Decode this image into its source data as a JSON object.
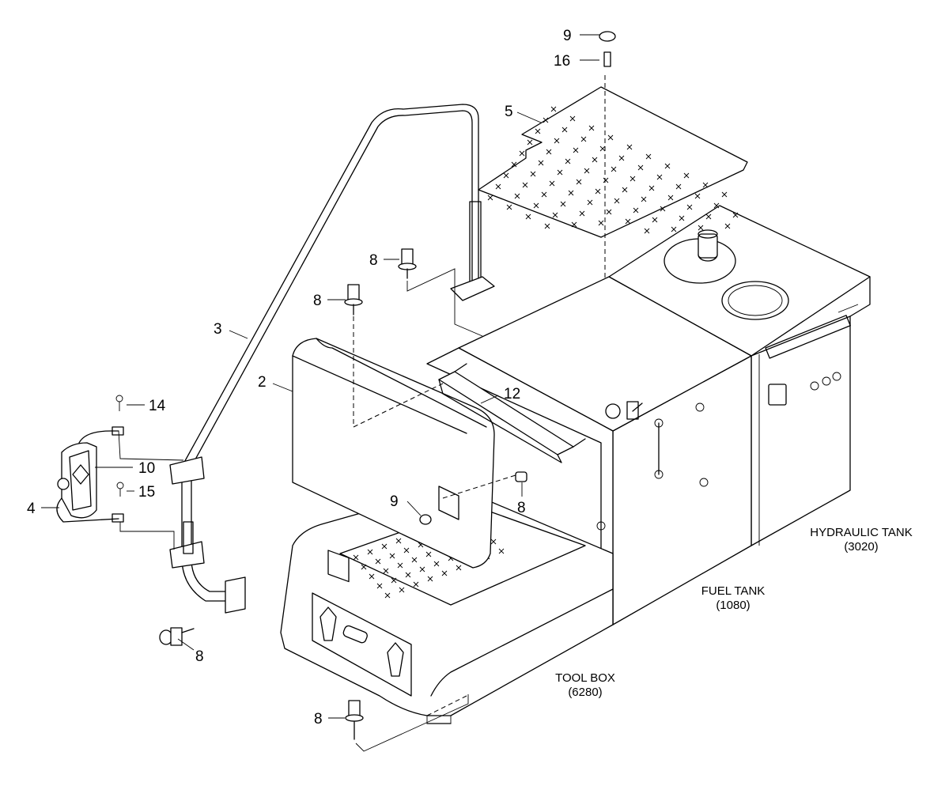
{
  "diagram": {
    "callouts": [
      {
        "id": "c9a",
        "label": "9"
      },
      {
        "id": "c16",
        "label": "16"
      },
      {
        "id": "c5",
        "label": "5"
      },
      {
        "id": "c8a",
        "label": "8"
      },
      {
        "id": "c8b",
        "label": "8"
      },
      {
        "id": "c3",
        "label": "3"
      },
      {
        "id": "c2",
        "label": "2"
      },
      {
        "id": "c12",
        "label": "12"
      },
      {
        "id": "c14",
        "label": "14"
      },
      {
        "id": "c10",
        "label": "10"
      },
      {
        "id": "c15",
        "label": "15"
      },
      {
        "id": "c4",
        "label": "4"
      },
      {
        "id": "c9b",
        "label": "9"
      },
      {
        "id": "c8c",
        "label": "8"
      },
      {
        "id": "c8d",
        "label": "8"
      },
      {
        "id": "c8e",
        "label": "8"
      }
    ],
    "references": {
      "hydraulic_tank": {
        "name": "HYDRAULIC TANK",
        "code": "(3020)"
      },
      "fuel_tank": {
        "name": "FUEL TANK",
        "code": "(1080)"
      },
      "tool_box": {
        "name": "TOOL BOX",
        "code": "(6280)"
      }
    }
  }
}
